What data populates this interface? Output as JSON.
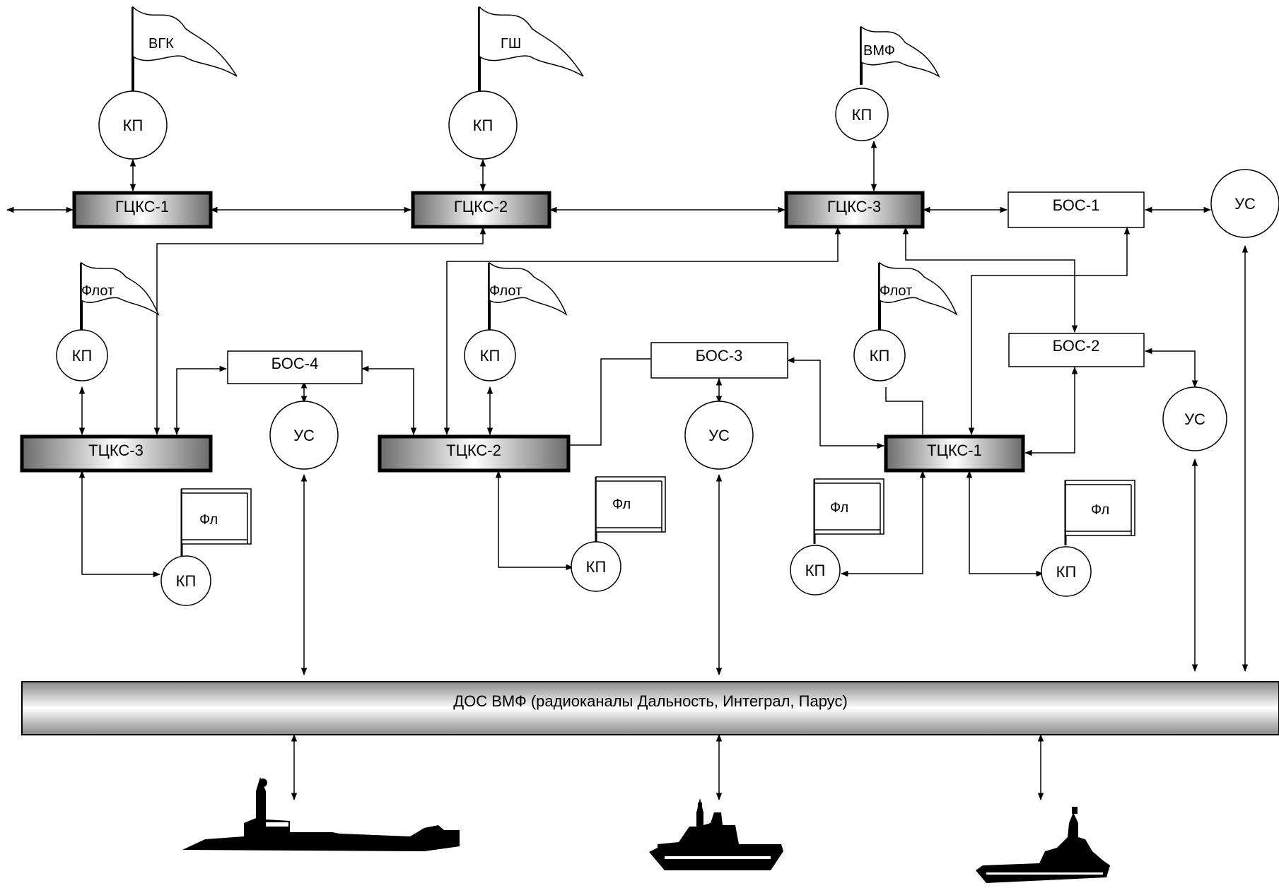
{
  "labels": {
    "gcks1": "ГЦКС-1",
    "gcks2": "ГЦКС-2",
    "gcks3": "ГЦКС-3",
    "tcks1": "ТЦКС-1",
    "tcks2": "ТЦКС-2",
    "tcks3": "ТЦКС-3",
    "bos1": "БОС-1",
    "bos2": "БОС-2",
    "bos3": "БОС-3",
    "bos4": "БОС-4",
    "us": "УС",
    "kp": "КП",
    "flag_vgk": "ВГК",
    "flag_gsh": "ГШ",
    "flag_vmf": "ВМФ",
    "flag_flot": "Флот",
    "flag_fl": "Фл",
    "dos_bus": "ДОС ВМФ (радиоканалы Дальность, Интеграл, Парус)"
  },
  "ships": [
    "submarine",
    "destroyer",
    "aircraft-carrier"
  ],
  "colors": {
    "line": "#000000",
    "background": "#ffffff"
  }
}
